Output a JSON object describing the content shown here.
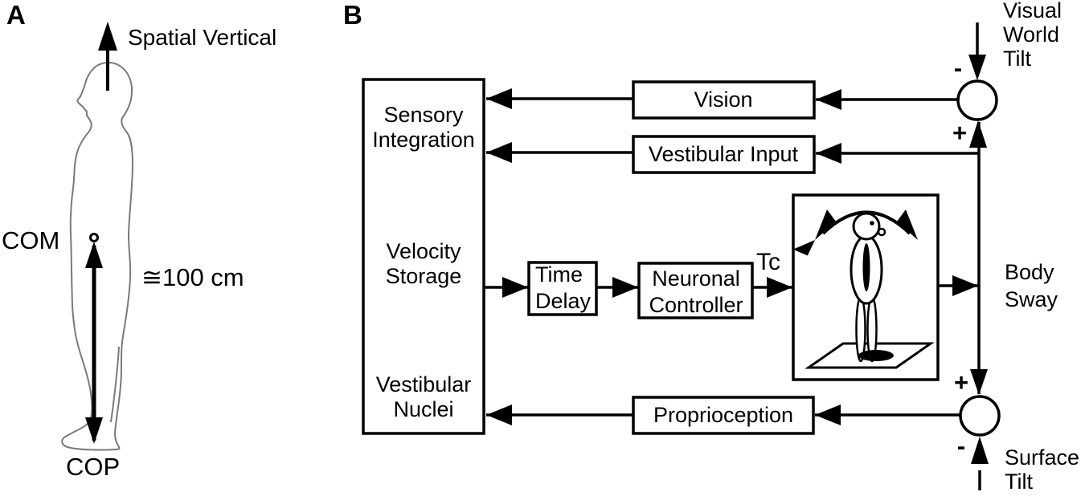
{
  "colors": {
    "ink": "#000000",
    "silhouette_outline": "#7a7a7a",
    "background": "#ffffff"
  },
  "panel_a": {
    "label": "A",
    "spatial_vertical": "Spatial Vertical",
    "com": "COM",
    "height_approx": "≅100 cm",
    "cop": "COP"
  },
  "panel_b": {
    "label": "B",
    "integrator": {
      "l1": "Sensory",
      "l2": "Integration",
      "l3": "Velocity",
      "l4": "Storage",
      "l5": "Vestibular",
      "l6": "Nuclei"
    },
    "vision": "Vision",
    "vestibular_input": "Vestibular Input",
    "time_delay": {
      "l1": "Time",
      "l2": "Delay"
    },
    "neuronal_controller": {
      "l1": "Neuronal",
      "l2": "Controller"
    },
    "proprioception": "Proprioception",
    "tc": "Tc",
    "visual_world_tilt": {
      "l1": "Visual",
      "l2": "World",
      "l3": "Tilt"
    },
    "body_sway": {
      "l1": "Body",
      "l2": "Sway"
    },
    "surface_tilt": {
      "l1": "Surface",
      "l2": "Tilt"
    },
    "top_junction": {
      "top_sign": "-",
      "bottom_sign": "+"
    },
    "bottom_junction": {
      "top_sign": "+",
      "bottom_sign": "-"
    }
  }
}
